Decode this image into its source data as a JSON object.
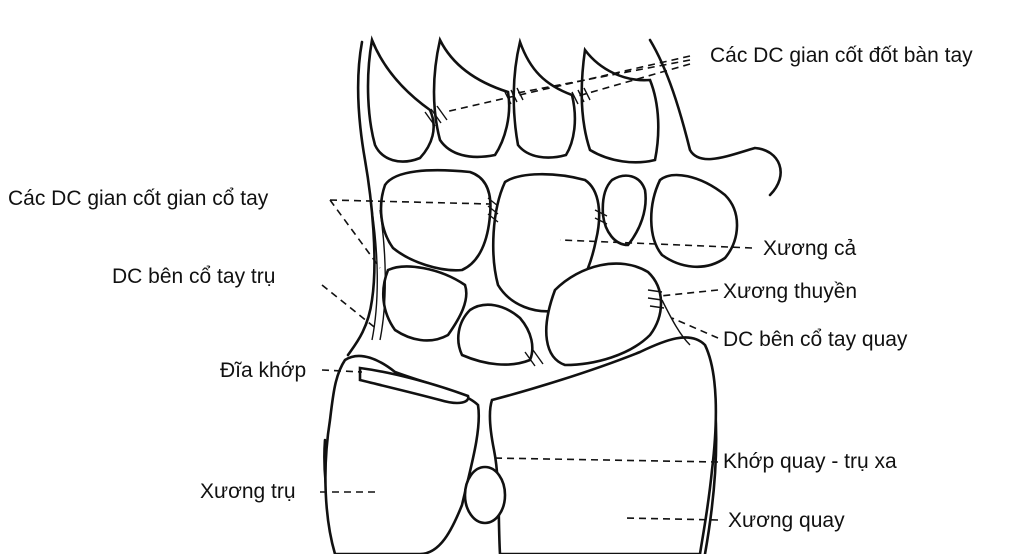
{
  "labels": {
    "metacarpal_ligaments": "Các DC gian cốt đốt bàn tay",
    "intercarpal_ligaments": "Các DC gian cốt gian cổ tay",
    "ulnar_collateral": "DC bên cổ tay trụ",
    "articular_disc": "Đĩa khớp",
    "ulna": "Xương trụ",
    "capitate": "Xương cả",
    "scaphoid": "Xương thuyền",
    "radial_collateral": "DC bên cổ tay quay",
    "distal_radioulnar_joint": "Khớp quay - trụ xa",
    "radius": "Xương quay"
  },
  "colors": {
    "line": "#111111",
    "background": "#ffffff"
  }
}
